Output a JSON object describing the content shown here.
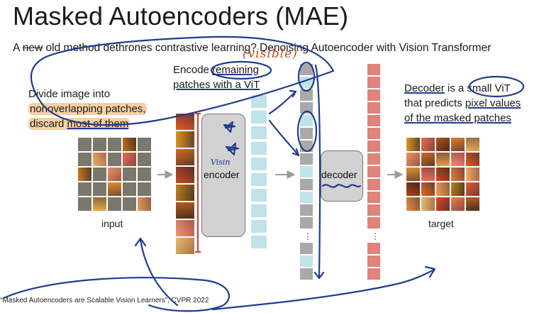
{
  "slide": {
    "title": "Masked Autoencoders (MAE)",
    "subtitle": {
      "prefix": "A ",
      "struck_word": "new",
      "rest": " old method dethrones contrastive learning? Denoising Autoencoder with Vision Transformer"
    },
    "left_caption": {
      "line1": "Divide image into",
      "line2": "nonoverlapping patches,",
      "line3_a": "discard ",
      "line3_b": "most of them"
    },
    "encode_caption": {
      "line1_a": "Encode ",
      "line1_b": "remaining",
      "line2": "patches with a ViT"
    },
    "decoder_caption": {
      "line1_a": "Decoder",
      "line1_b": " is a ",
      "line1_c": "small ViT",
      "line2_a": "that predicts ",
      "line2_b": "pixel values",
      "line3": "of the masked patches"
    },
    "labels": {
      "input": "input",
      "target": "target",
      "encoder": "encoder",
      "decoder": "decoder",
      "ellipsis": "⋮"
    },
    "handwriting": {
      "visible": "(visible)",
      "vision": "Visin"
    },
    "citation": "“Masked Autoencoders are Scalable Vision Learners”, CVPR 2022",
    "colors": {
      "encoder_token": "#bfe3e8",
      "decoder_token": "#e0837a",
      "mask_token": "#a9a9a9",
      "pen_blue": "#1f3c8f",
      "highlight": "#eda85a"
    },
    "input_grid": {
      "rows": 5,
      "cols": 5,
      "visible_cells": [
        [
          0,
          3
        ],
        [
          1,
          1
        ],
        [
          1,
          3
        ],
        [
          2,
          0
        ],
        [
          2,
          2
        ],
        [
          3,
          2
        ],
        [
          4,
          1
        ],
        [
          4,
          4
        ]
      ]
    }
  }
}
